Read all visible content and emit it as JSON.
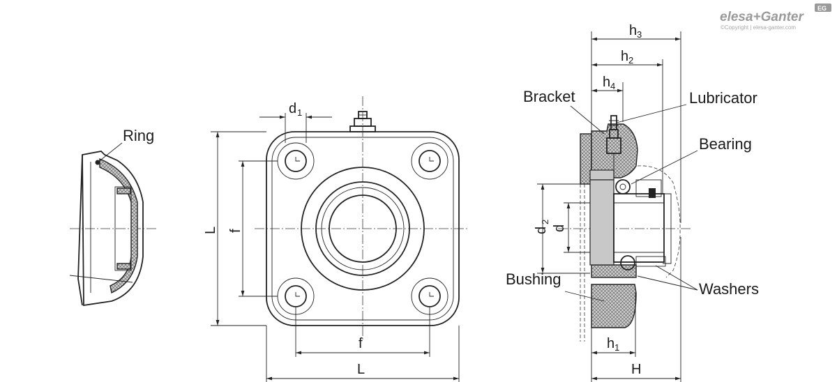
{
  "brand": {
    "name": "elesa+Ganter",
    "copyright": "©Copyright | elesa-ganter.com",
    "badge": "EG"
  },
  "callouts": {
    "ring": "Ring",
    "bracket": "Bracket",
    "lubricator": "Lubricator",
    "bearing": "Bearing",
    "bushing": "Bushing",
    "washers": "Washers"
  },
  "dimensions": {
    "d1": {
      "main": "d",
      "sub": "1"
    },
    "L_vertical": "L",
    "f_vertical": "f",
    "f_horizontal": "f",
    "L_horizontal": "L",
    "h3": {
      "main": "h",
      "sub": "3"
    },
    "h2": {
      "main": "h",
      "sub": "2"
    },
    "h4": {
      "main": "h",
      "sub": "4"
    },
    "h1": {
      "main": "h",
      "sub": "1"
    },
    "H": "H",
    "d2": {
      "main": "d",
      "sub": "2"
    },
    "d": "d"
  },
  "colors": {
    "line": "#222222",
    "fill_section": "#c8c8c8",
    "brand": "#9a9a9a"
  }
}
